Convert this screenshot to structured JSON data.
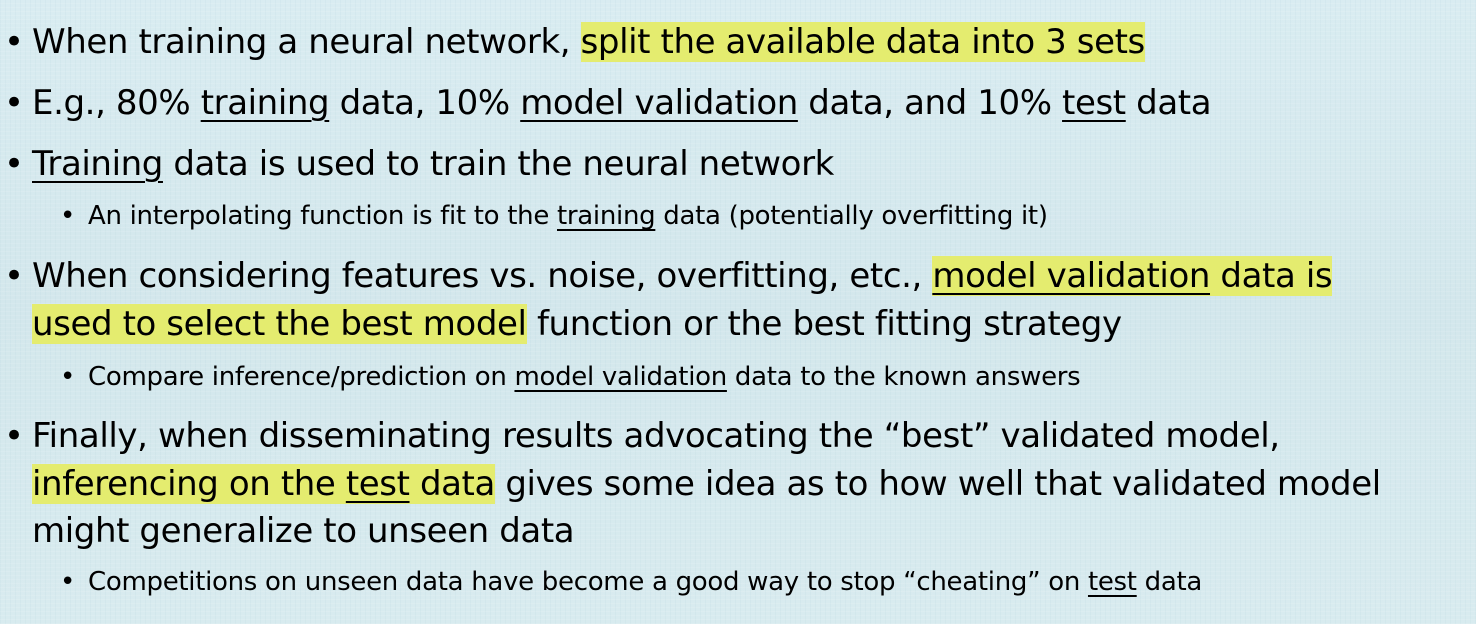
{
  "bullets": {
    "b1": "•",
    "b2": "•",
    "b3": "•",
    "b4": "•",
    "b5": "•",
    "b6": "•",
    "b7": "•",
    "b8": "•"
  },
  "items": {
    "item1": {
      "t1": "When training a neural network, ",
      "hl": "split the available data into 3 sets"
    },
    "item2": {
      "t1": "E.g., 80% ",
      "u1": "training",
      "t2": " data, 10% ",
      "u2": "model validation",
      "t3": " data, and 10% ",
      "u3": "test",
      "t4": " data"
    },
    "item3": {
      "u1": "Training",
      "t1": " data is used to train the neural network"
    },
    "item3_sub": {
      "t1": "An interpolating function is fit to the ",
      "u1": "training",
      "t2": " data (potentially overfitting it)"
    },
    "item4": {
      "line1_t1": "When considering features vs. noise, overfitting, etc., ",
      "line1_hl_u": "model validation",
      "line1_hl_t": " data is ",
      "line2_hl": "used to select the best model",
      "line2_t1": " function or the best fitting strategy"
    },
    "item4_sub": {
      "t1": "Compare inference/prediction on ",
      "u1": "model validation",
      "t2": " data to the known answers"
    },
    "item5": {
      "line1": "Finally, when disseminating results advocating the “best” validated model,",
      "line2_hl_t1": "inferencing on the ",
      "line2_hl_u": "test",
      "line2_hl_t2": " data",
      "line2_t1": " gives some idea as to how well that validated model",
      "line3": "might generalize to unseen data"
    },
    "item5_sub": {
      "t1": "Competitions on unseen data have become a good way to stop “cheating” on ",
      "u1": "test",
      "t2": " data"
    }
  },
  "colors": {
    "background": "#d6e9ee",
    "highlight": "#e4ec6f",
    "text": "#000000"
  }
}
